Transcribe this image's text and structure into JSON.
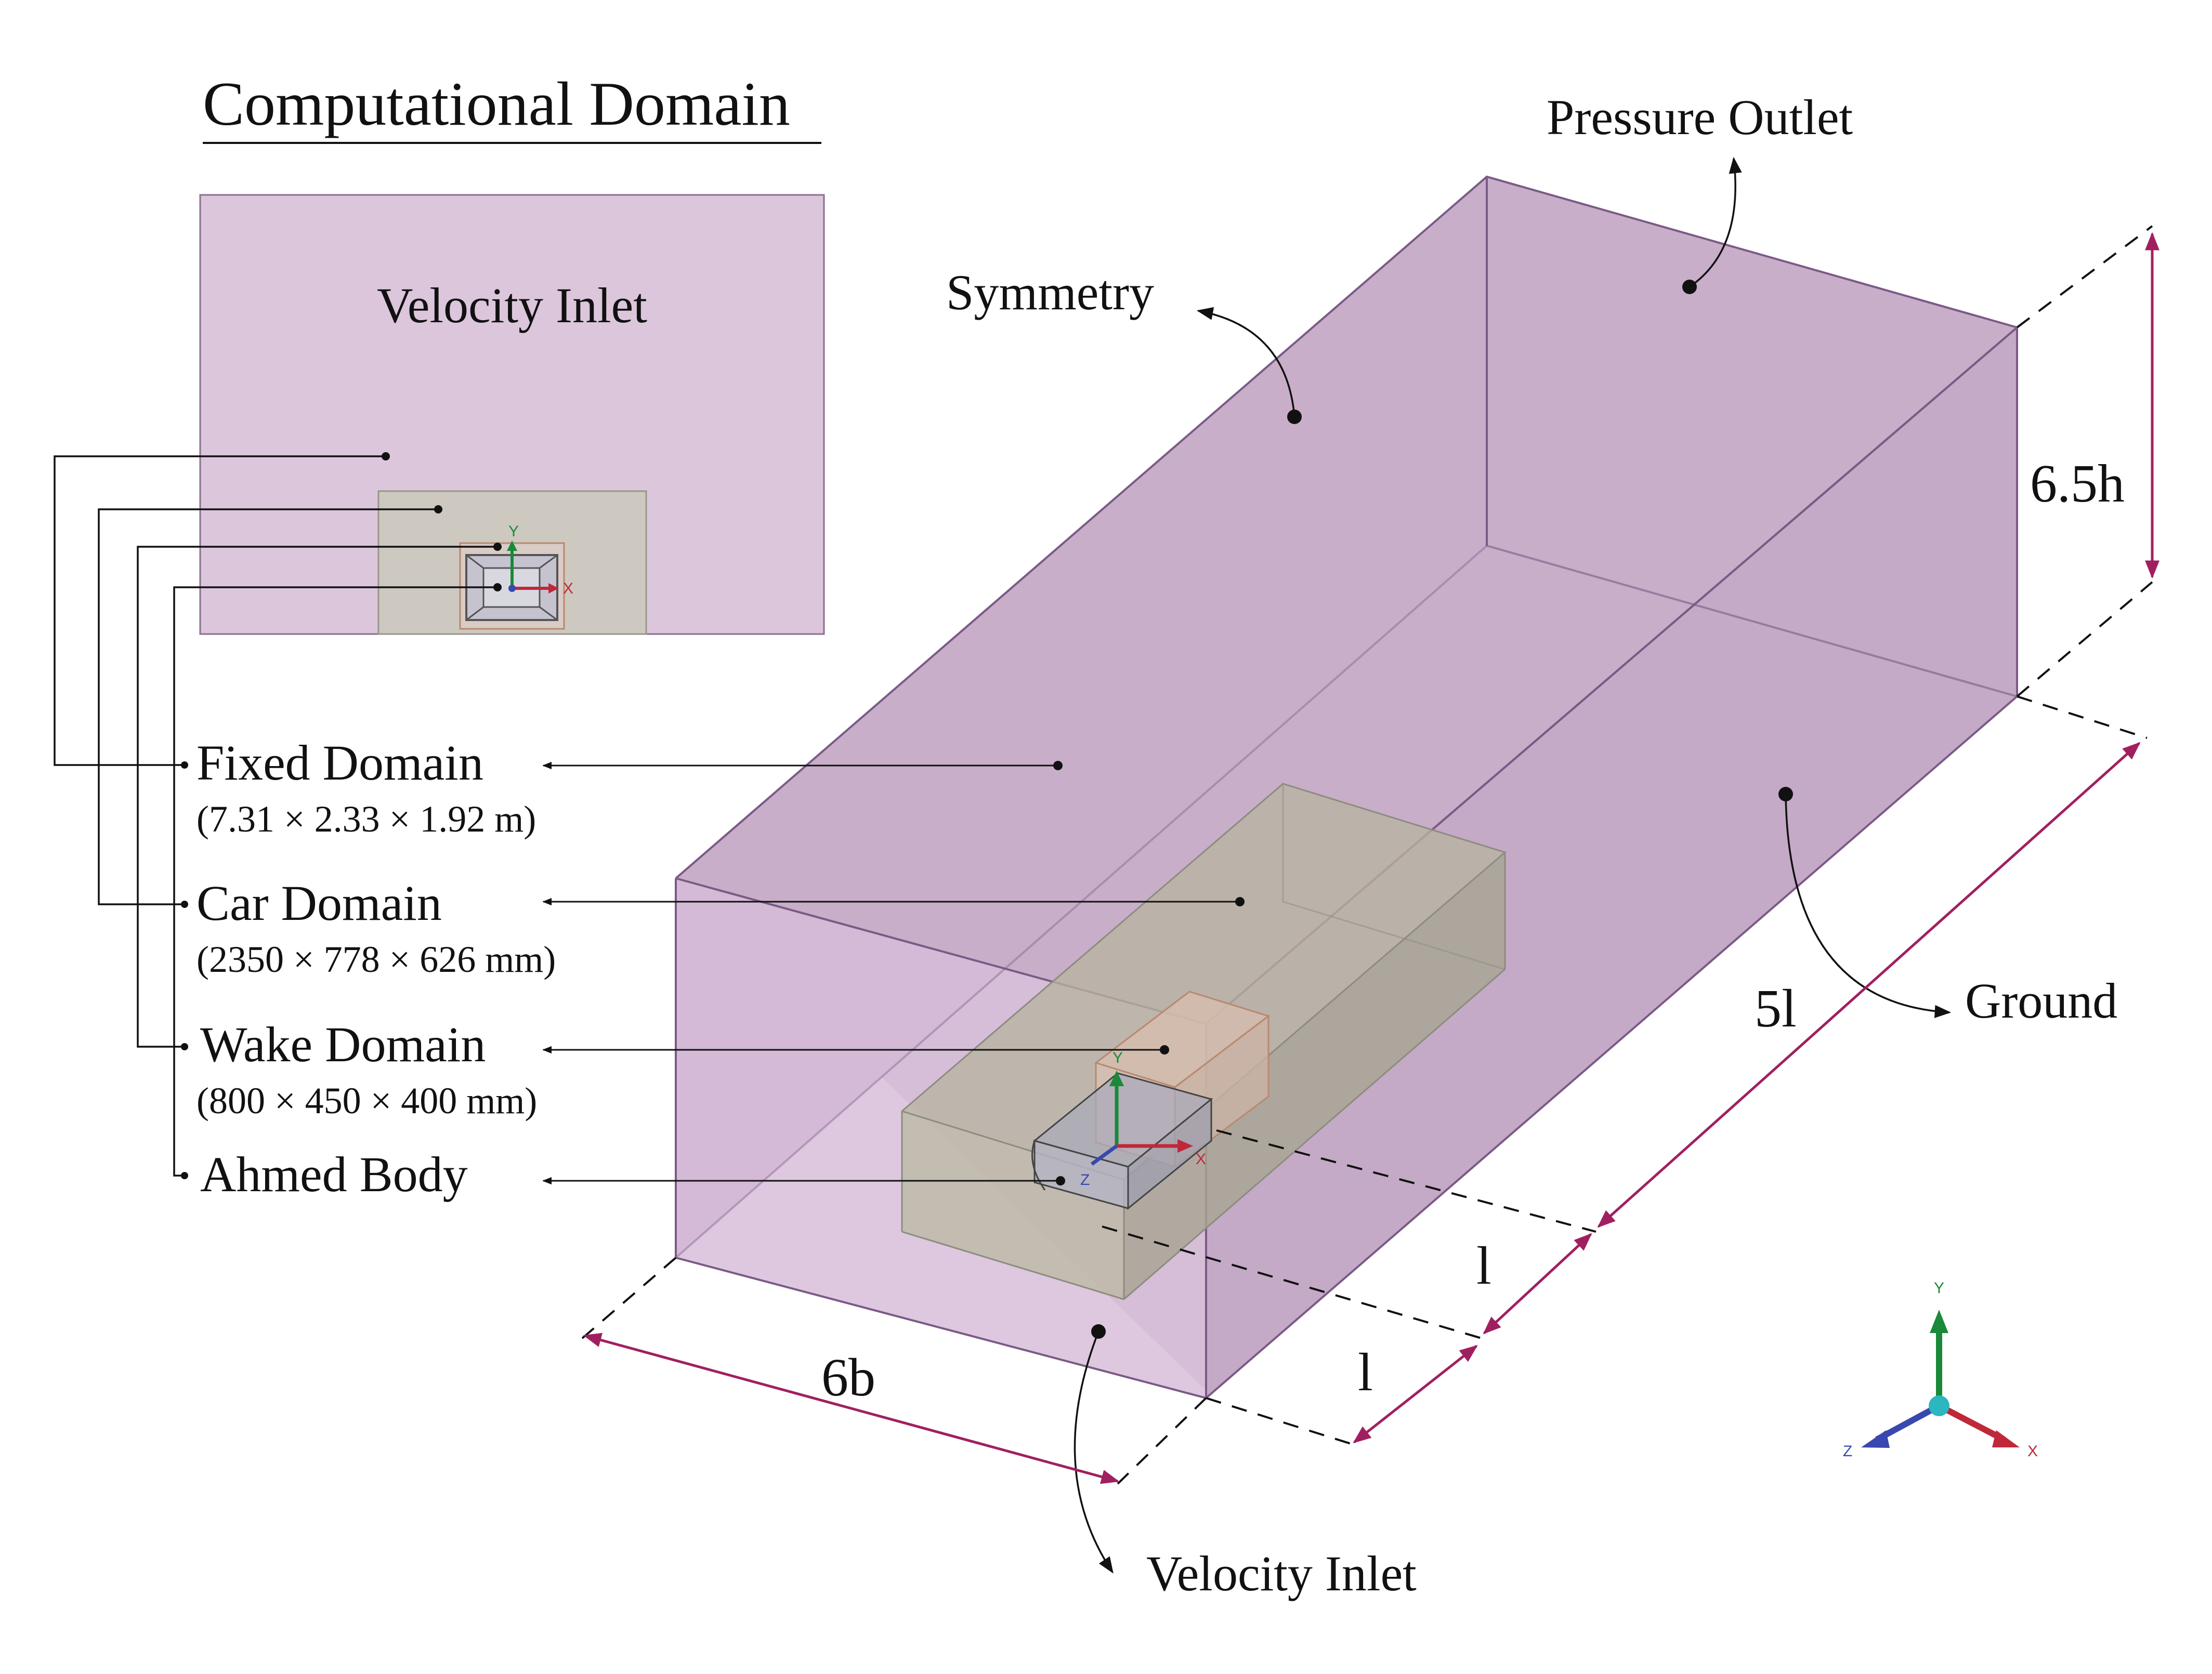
{
  "title": "Computational Domain",
  "inset": {
    "label": "Velocity Inlet"
  },
  "boundaries": {
    "pressure_outlet": "Pressure Outlet",
    "symmetry": "Symmetry",
    "ground": "Ground",
    "velocity_inlet": "Velocity Inlet"
  },
  "domains": [
    {
      "name": "Fixed Domain",
      "size": "(7.31 × 2.33 × 1.92 m)"
    },
    {
      "name": "Car Domain",
      "size": "(2350 × 778 × 626 mm)"
    },
    {
      "name": "Wake Domain",
      "size": "(800 × 450 × 400 mm)"
    },
    {
      "name": "Ahmed Body",
      "size": ""
    }
  ],
  "dimensions": {
    "height": "6.5h",
    "length_total": "5l",
    "length_upstream_1": "l",
    "length_upstream_2": "l",
    "width": "6b"
  },
  "axes": {
    "x": "X",
    "y": "Y",
    "z": "Z"
  },
  "colors": {
    "domain_fill": "#c9b0cd",
    "domain_edge": "#7b5a86",
    "car_domain_fill": "#b5b4a4",
    "dimension_line": "#a0205f",
    "axis_x": "#c0283a",
    "axis_y": "#1a8a3a",
    "axis_z": "#3848b0"
  }
}
